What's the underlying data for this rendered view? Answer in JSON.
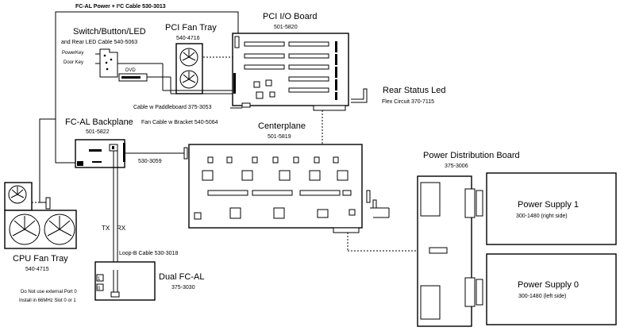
{
  "labels": {
    "fcal_power_cable": "FC-AL Power + I²C Cable 530-3013",
    "pci_io_board_title": "PCI I/O Board",
    "pci_io_board_pn": "501-5820",
    "pci_fan_tray_title": "PCI Fan Tray",
    "pci_fan_tray_pn": "540-4716",
    "switch_led_title": "Switch/Button/LED",
    "switch_led_cable": "and Rear LED Cable 540-5063",
    "power_key": "PowerKey",
    "door_key": "Door Key",
    "dvd": "DVD",
    "rear_status_led": "Rear Status Led",
    "rear_status_flex": "Flex Circuit 370-7115",
    "paddleboard_cable": "Cable w Paddleboard 375-3053",
    "fcal_backplane_title": "FC-AL  Backplane",
    "fcal_backplane_pn": "501-5822",
    "fan_cable_bracket": "Fan Cable w Bracket 540-5064",
    "centerplane_title": "Centerplane",
    "centerplane_pn": "501-5819",
    "cable_530_3059": "530-3059",
    "pdb_title": "Power Distribution Board",
    "pdb_pn": "375-3006",
    "ps1_title": "Power Supply 1",
    "ps1_pn": "300-1480 (right side)",
    "ps0_title": "Power Supply 0",
    "ps0_pn": "300-1480 (left side)",
    "cpu_fan_tray_title": "CPU Fan Tray",
    "cpu_fan_tray_pn": "540-4715",
    "tx": "TX",
    "rx": "RX",
    "loopb_cable": "Loop-B Cable 530-3018",
    "dual_fcal_title": "Dual  FC-AL",
    "dual_fcal_pn": "375-3030",
    "note_line1": "Do Not use external Port 0",
    "note_line2": "Install in 66MHz Slot 0 or 1",
    "port_0": "0",
    "port_1": "1"
  }
}
